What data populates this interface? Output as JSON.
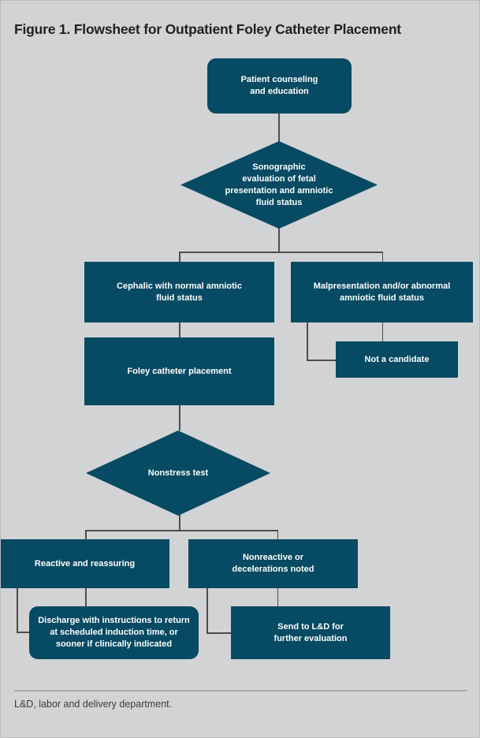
{
  "figure": {
    "title": "Figure 1. Flowsheet for Outpatient Foley Catheter Placement",
    "footnote": "L&D, labor and delivery department.",
    "colors": {
      "background": "#d1d3d4",
      "node_fill": "#064a63",
      "node_text": "#ffffff",
      "connector": "#4f4c4d",
      "title_text": "#231f20",
      "rule": "#a7a9ac"
    }
  },
  "chart_data": {
    "type": "diagram",
    "title": "Figure 1. Flowsheet for Outpatient Foley Catheter Placement",
    "nodes": [
      {
        "id": "n1",
        "shape": "rounded-rect",
        "text": "Patient counseling and education"
      },
      {
        "id": "n2",
        "shape": "diamond",
        "text": "Sonographic evaluation of fetal presentation and amniotic fluid status"
      },
      {
        "id": "n3",
        "shape": "rect",
        "text": "Cephalic with normal amniotic fluid status"
      },
      {
        "id": "n4",
        "shape": "rect",
        "text": "Malpresentation and/or abnormal amniotic fluid status"
      },
      {
        "id": "n5",
        "shape": "rect",
        "text": "Not a candidate"
      },
      {
        "id": "n6",
        "shape": "rect",
        "text": "Foley catheter placement"
      },
      {
        "id": "n7",
        "shape": "diamond",
        "text": "Nonstress test"
      },
      {
        "id": "n8",
        "shape": "rect",
        "text": "Reactive and reassuring"
      },
      {
        "id": "n9",
        "shape": "rect",
        "text": "Nonreactive or decelerations noted"
      },
      {
        "id": "n10",
        "shape": "rounded-rect",
        "text": "Discharge with instructions to return at scheduled induction time, or sooner if clinically indicated"
      },
      {
        "id": "n11",
        "shape": "rect",
        "text": "Send to L&D for further evaluation"
      }
    ],
    "edges": [
      {
        "from": "n1",
        "to": "n2"
      },
      {
        "from": "n2",
        "to": "n3"
      },
      {
        "from": "n2",
        "to": "n4"
      },
      {
        "from": "n3",
        "to": "n6"
      },
      {
        "from": "n4",
        "to": "n5"
      },
      {
        "from": "n6",
        "to": "n7"
      },
      {
        "from": "n7",
        "to": "n8"
      },
      {
        "from": "n7",
        "to": "n9"
      },
      {
        "from": "n8",
        "to": "n10"
      },
      {
        "from": "n9",
        "to": "n11"
      }
    ]
  },
  "nodes": {
    "patient_counseling": {
      "line1": "Patient counseling",
      "line2": "and education"
    },
    "sonographic": {
      "line1": "Sonographic",
      "line2": "evaluation of fetal",
      "line3": "presentation and amniotic",
      "line4": "fluid status"
    },
    "cephalic": {
      "line1": "Cephalic with normal amniotic",
      "line2": "fluid status"
    },
    "malpresentation": {
      "line1": "Malpresentation and/or abnormal",
      "line2": "amniotic fluid status"
    },
    "not_candidate": {
      "line1": "Not a candidate"
    },
    "foley_placement": {
      "line1": "Foley catheter placement"
    },
    "nonstress": {
      "line1": "Nonstress test"
    },
    "reactive": {
      "line1": "Reactive and reassuring"
    },
    "nonreactive": {
      "line1": "Nonreactive or",
      "line2": "decelerations noted"
    },
    "discharge": {
      "line1": "Discharge with instructions to return",
      "line2": "at scheduled induction time, or",
      "line3": "sooner if clinically indicated"
    },
    "send_ld": {
      "line1": "Send to L&D for",
      "line2": "further evaluation"
    }
  }
}
